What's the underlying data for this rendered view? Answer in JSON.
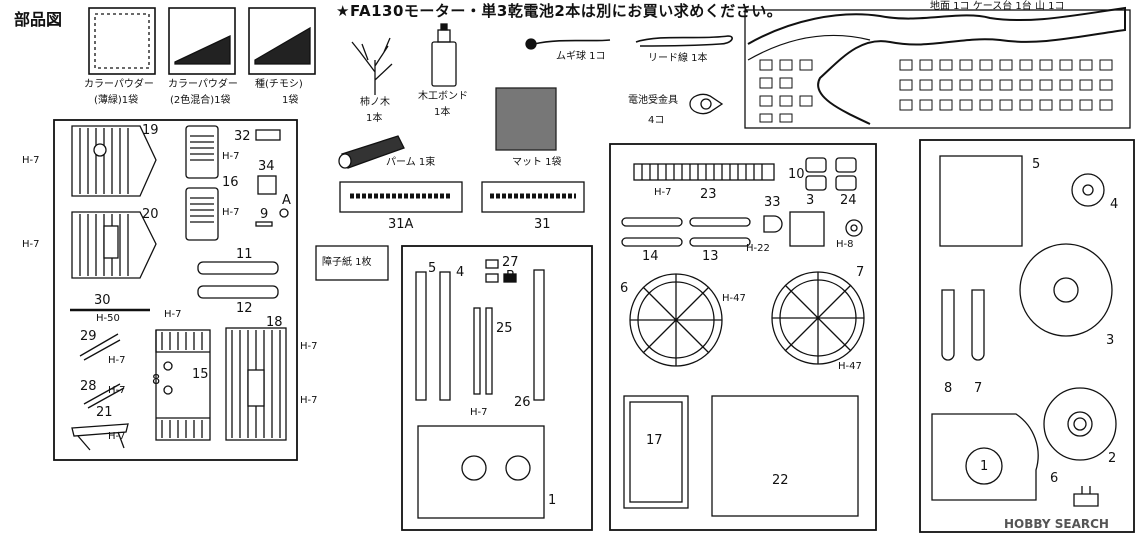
{
  "header": {
    "title": "部品図",
    "notice": "★FA130モーター・単3乾電池2本は別にお買い求めください。",
    "base_info": "地面 1コ ケース台 1台 山 1コ"
  },
  "powders": [
    {
      "line1": "カラーパウダー",
      "line2": "(薄緑)1袋"
    },
    {
      "line1": "カラーパウダー",
      "line2": "(2色混合)1袋"
    },
    {
      "line1": "種(チモシ)",
      "line2": "1袋"
    }
  ],
  "accessories": {
    "tree": {
      "line1": "柿ノ木",
      "line2": "1本"
    },
    "bond": {
      "line1": "木工ボンド",
      "line2": "1本"
    },
    "palm": "パーム 1束",
    "mat": "マット 1袋",
    "ball": "ムギ球 1コ",
    "lead": "リード線 1本",
    "battery": {
      "line1": "電池受金具",
      "line2": "4コ"
    },
    "shoji": "障子紙 1枚"
  },
  "hint_labels": {
    "h7": "H-7",
    "h22": "H-22",
    "h8": "H-8",
    "h47": "H-47",
    "h50": "H-50"
  },
  "part_numbers": {
    "p1": "1",
    "p2": "2",
    "p3": "3",
    "p4": "4",
    "p5": "5",
    "p6": "6",
    "p7": "7",
    "p8": "8",
    "p9": "9",
    "p10": "10",
    "p11": "11",
    "p12": "12",
    "p13": "13",
    "p14": "14",
    "p15": "15",
    "p16": "16",
    "p17": "17",
    "p18": "18",
    "p19": "19",
    "p20": "20",
    "p21": "21",
    "p22": "22",
    "p23": "23",
    "p24": "24",
    "p25": "25",
    "p26": "26",
    "p27": "27",
    "p28": "28",
    "p29": "29",
    "p30": "30",
    "p31": "31",
    "p31a": "31A",
    "p32": "32",
    "p33": "33",
    "p34": "34",
    "pA": "A",
    "pB": "B"
  },
  "watermark": "HOBBY SEARCH"
}
